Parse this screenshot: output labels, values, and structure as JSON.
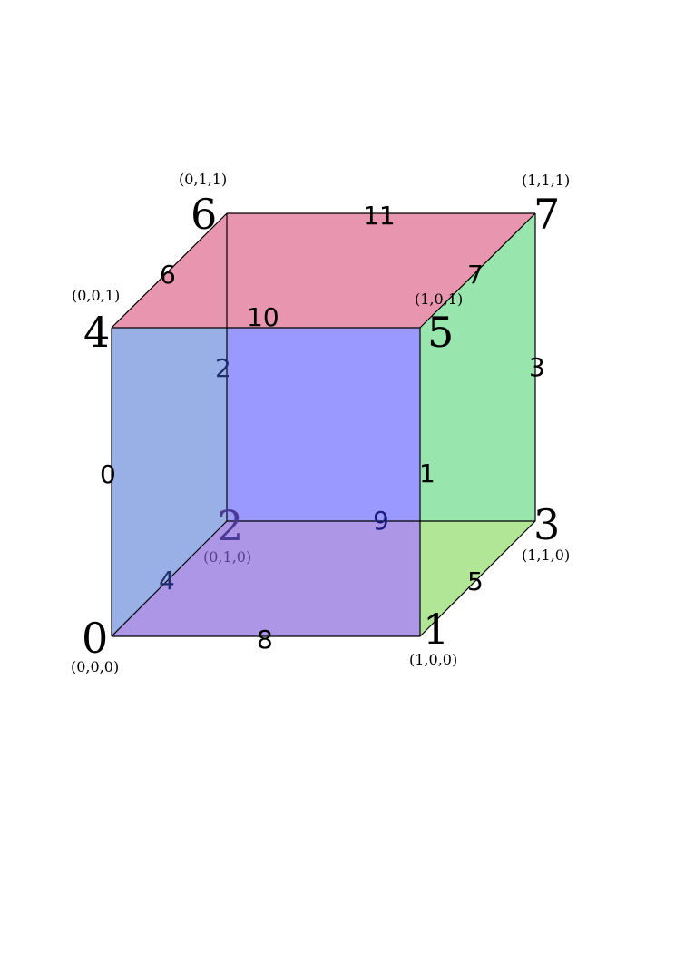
{
  "vertices": [
    {
      "id": "0",
      "coord": "(0,0,0)"
    },
    {
      "id": "1",
      "coord": "(1,0,0)"
    },
    {
      "id": "2",
      "coord": "(0,1,0)"
    },
    {
      "id": "3",
      "coord": "(1,1,0)"
    },
    {
      "id": "4",
      "coord": "(0,0,1)"
    },
    {
      "id": "5",
      "coord": "(1,0,1)"
    },
    {
      "id": "6",
      "coord": "(0,1,1)"
    },
    {
      "id": "7",
      "coord": "(1,1,1)"
    }
  ],
  "edges": [
    "0",
    "1",
    "2",
    "3",
    "4",
    "5",
    "6",
    "7",
    "8",
    "9",
    "10",
    "11"
  ],
  "face_colors": {
    "front": "#9999ff",
    "left": "#98b0e6",
    "top": "#e896b0",
    "top_left": "#e6ae96",
    "right": "#98e6ae",
    "bottom": "#ae96e6",
    "bottom_right": "#b0e696"
  }
}
